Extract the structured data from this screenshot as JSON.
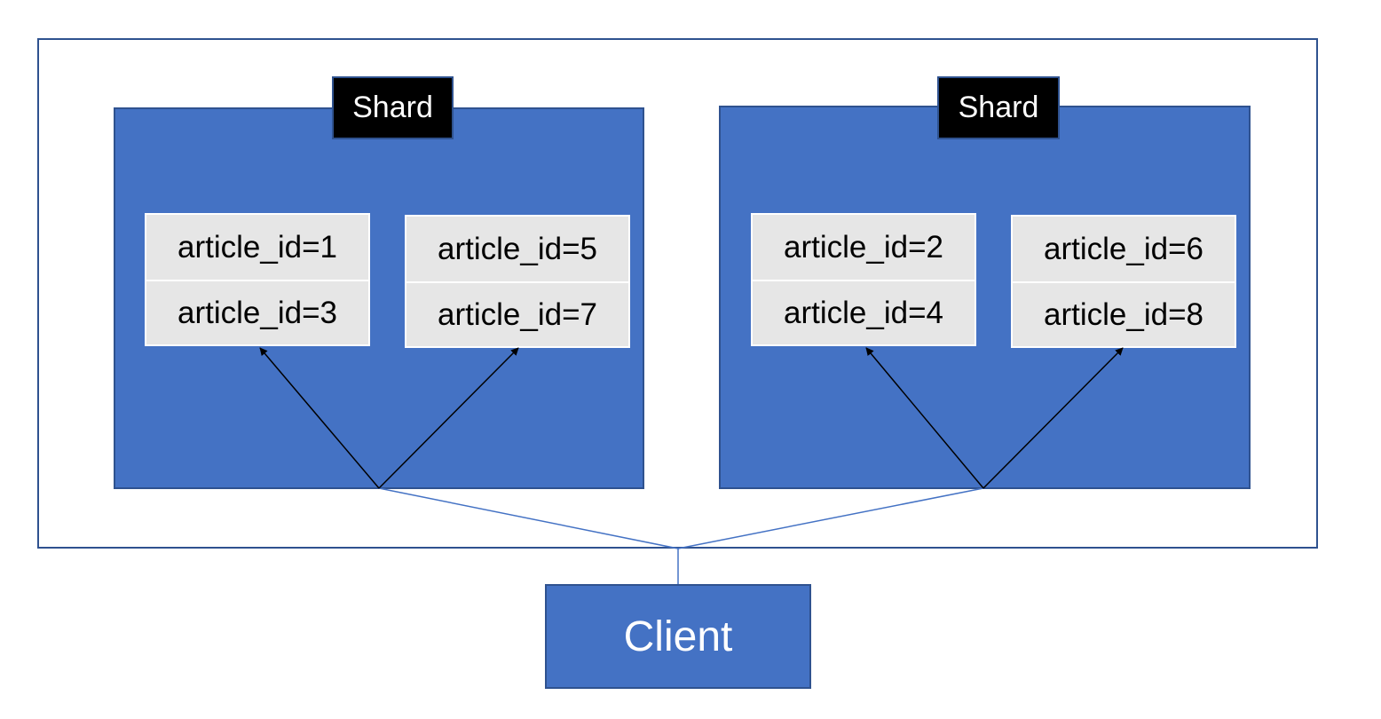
{
  "colors": {
    "shard_fill": "#4472c4",
    "shard_border": "#2f528f",
    "label_fill": "#000000",
    "group_fill": "#e6e6e6",
    "client_fill": "#4472c4"
  },
  "shards": [
    {
      "label": "Shard",
      "groups": [
        {
          "cells": [
            "article_id=1",
            "article_id=3"
          ]
        },
        {
          "cells": [
            "article_id=5",
            "article_id=7"
          ]
        }
      ]
    },
    {
      "label": "Shard",
      "groups": [
        {
          "cells": [
            "article_id=2",
            "article_id=4"
          ]
        },
        {
          "cells": [
            "article_id=6",
            "article_id=8"
          ]
        }
      ]
    }
  ],
  "client": {
    "label": "Client"
  }
}
